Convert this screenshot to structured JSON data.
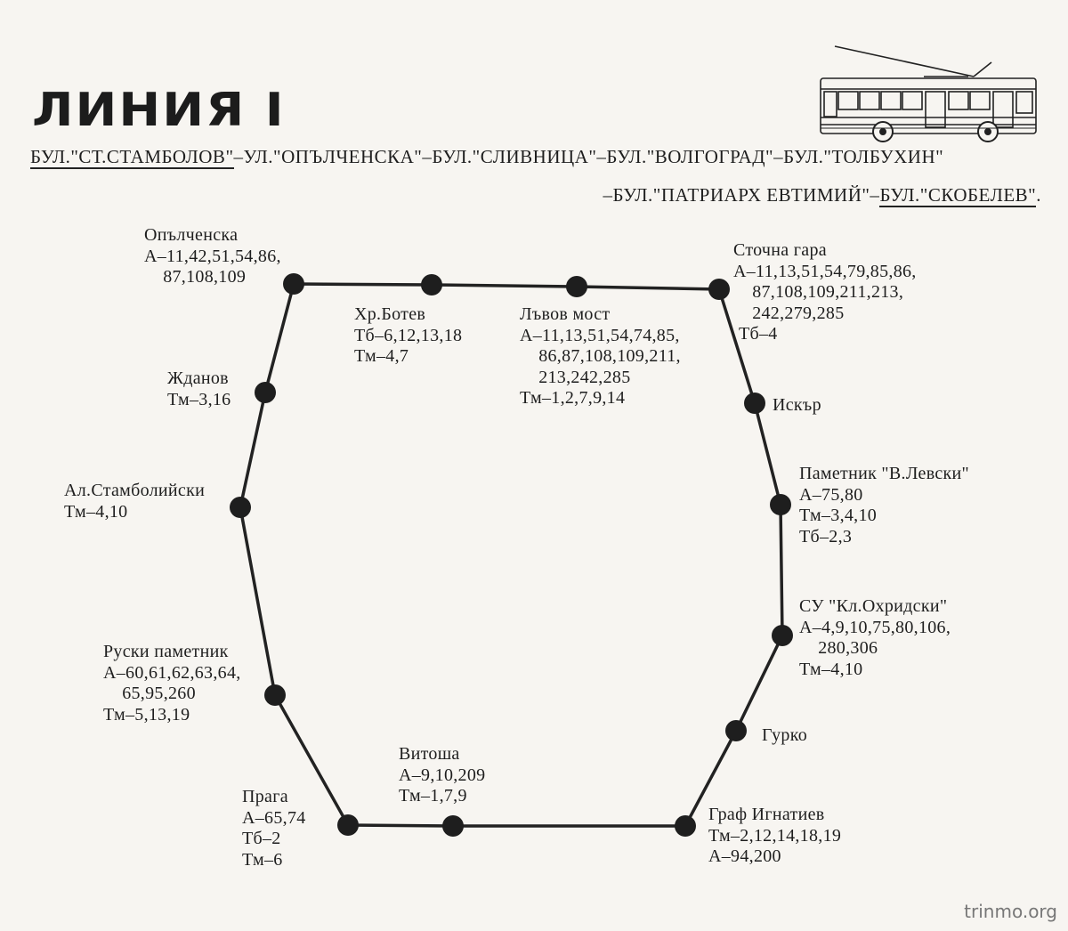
{
  "header": {
    "title": "ЛИНИЯ I",
    "route_line1": {
      "start": "БУЛ.\"СТ.СТАМБОЛОВ\"",
      "rest": "–УЛ.\"ОПЪЛЧЕНСКА\"–БУЛ.\"СЛИВНИЦА\"–БУЛ.\"ВОЛГОГРАД\"–БУЛ.\"ТОЛБУХИН\""
    },
    "route_line2": {
      "rest": "–БУЛ.\"ПАТРИАРХ ЕВТИМИЙ\"–",
      "end": "БУЛ.\"СКОБЕЛЕВ\"",
      "tail": "."
    }
  },
  "icons": {
    "trolleybus": "trolleybus-icon"
  },
  "stops": [
    {
      "id": "opalchenska",
      "name": "Опълченска",
      "lines": [
        "А–11,42,51,54,86,",
        "    87,108,109"
      ]
    },
    {
      "id": "hr-botev",
      "name": "Хр.Ботев",
      "lines": [
        "Тб–6,12,13,18",
        "Тм–4,7"
      ]
    },
    {
      "id": "lavov-most",
      "name": "Лъвов мост",
      "lines": [
        "А–11,13,51,54,74,85,",
        "    86,87,108,109,211,",
        "    213,242,285",
        "Тм–1,2,7,9,14"
      ]
    },
    {
      "id": "sotchna-gara",
      "name": "Сточна гара",
      "lines": [
        "А–11,13,51,54,79,85,86,",
        "    87,108,109,211,213,",
        "    242,279,285"
      ],
      "extra": "Тб–4"
    },
    {
      "id": "iskar",
      "name": "Искър",
      "lines": []
    },
    {
      "id": "pametnik-levski",
      "name": "Паметник \"В.Левски\"",
      "lines": [
        "А–75,80",
        "Тм–3,4,10",
        "Тб–2,3"
      ]
    },
    {
      "id": "su-ohridski",
      "name": "СУ \"Кл.Охридски\"",
      "lines": [
        "А–4,9,10,75,80,106,",
        "    280,306",
        "Тм–4,10"
      ]
    },
    {
      "id": "gurko",
      "name": "Гурко",
      "lines": []
    },
    {
      "id": "graf-ignatiev",
      "name": "Граф Игнатиев",
      "lines": [
        "Тм–2,12,14,18,19",
        "А–94,200"
      ]
    },
    {
      "id": "vitosha",
      "name": "Витоша",
      "lines": [
        "А–9,10,209",
        "Тм–1,7,9"
      ]
    },
    {
      "id": "praga",
      "name": "Прага",
      "lines": [
        "А–65,74",
        "Тб–2",
        "Тм–6"
      ]
    },
    {
      "id": "ruski-pametnik",
      "name": "Руски паметник",
      "lines": [
        "А–60,61,62,63,64,",
        "    65,95,260",
        "Тм–5,13,19"
      ]
    },
    {
      "id": "al-stamboliyski",
      "name": "Ал.Стамболийски",
      "lines": [
        "Тм–4,10"
      ]
    },
    {
      "id": "zhdanov",
      "name": "Жданов",
      "lines": [
        "Тм–3,16"
      ]
    }
  ],
  "watermark": "trinmo.org",
  "colors": {
    "ink": "#1e1e1e",
    "paper": "#f7f5f1"
  }
}
